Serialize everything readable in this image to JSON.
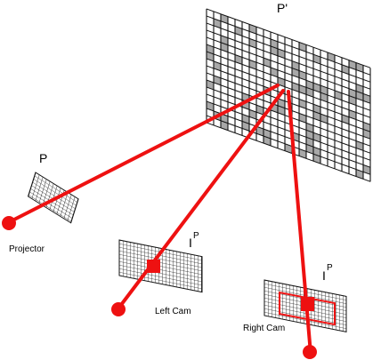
{
  "labels": {
    "screen": "P'",
    "projector_plane": "P",
    "projector": "Projector",
    "left_image": "I",
    "left_image_sup": "P",
    "left_cam": "Left Cam",
    "right_image": "I",
    "right_image_sup": "P",
    "right_cam": "Right Cam"
  },
  "colors": {
    "ray": "#ee1111",
    "grid_line": "#111111",
    "cell_gray": "#a8a8a8",
    "background": "#ffffff"
  }
}
